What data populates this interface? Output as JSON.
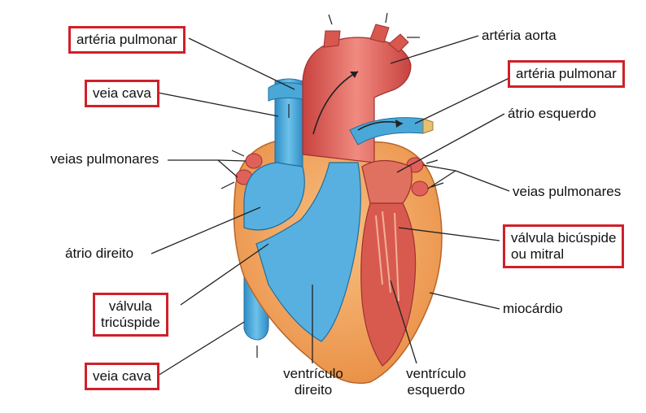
{
  "labels": {
    "arteria_pulmonar_left": "artéria pulmonar",
    "veia_cava_top": "veia cava",
    "veias_pulmonares_left": "veias pulmonares",
    "atrio_direito": "átrio direito",
    "valvula_tricuspide_1": "válvula",
    "valvula_tricuspide_2": "tricúspide",
    "veia_cava_bottom": "veia cava",
    "ventriculo_direito_1": "ventrículo",
    "ventriculo_direito_2": "direito",
    "ventriculo_esquerdo_1": "ventrículo",
    "ventriculo_esquerdo_2": "esquerdo",
    "arteria_aorta": "artéria aorta",
    "arteria_pulmonar_right": "artéria pulmonar",
    "atrio_esquerdo": "átrio esquerdo",
    "veias_pulmonares_right": "veias pulmonares",
    "valvula_bicuspide_1": "válvula bicúspide",
    "valvula_bicuspide_2": "ou mitral",
    "miocardio": "miocárdio"
  },
  "colors": {
    "highlight_box": "#d0202a",
    "vessel_blue": "#4aa8d8",
    "vessel_red": "#e0605a",
    "myocardium": "#f0a060",
    "leader_line": "#222222"
  }
}
